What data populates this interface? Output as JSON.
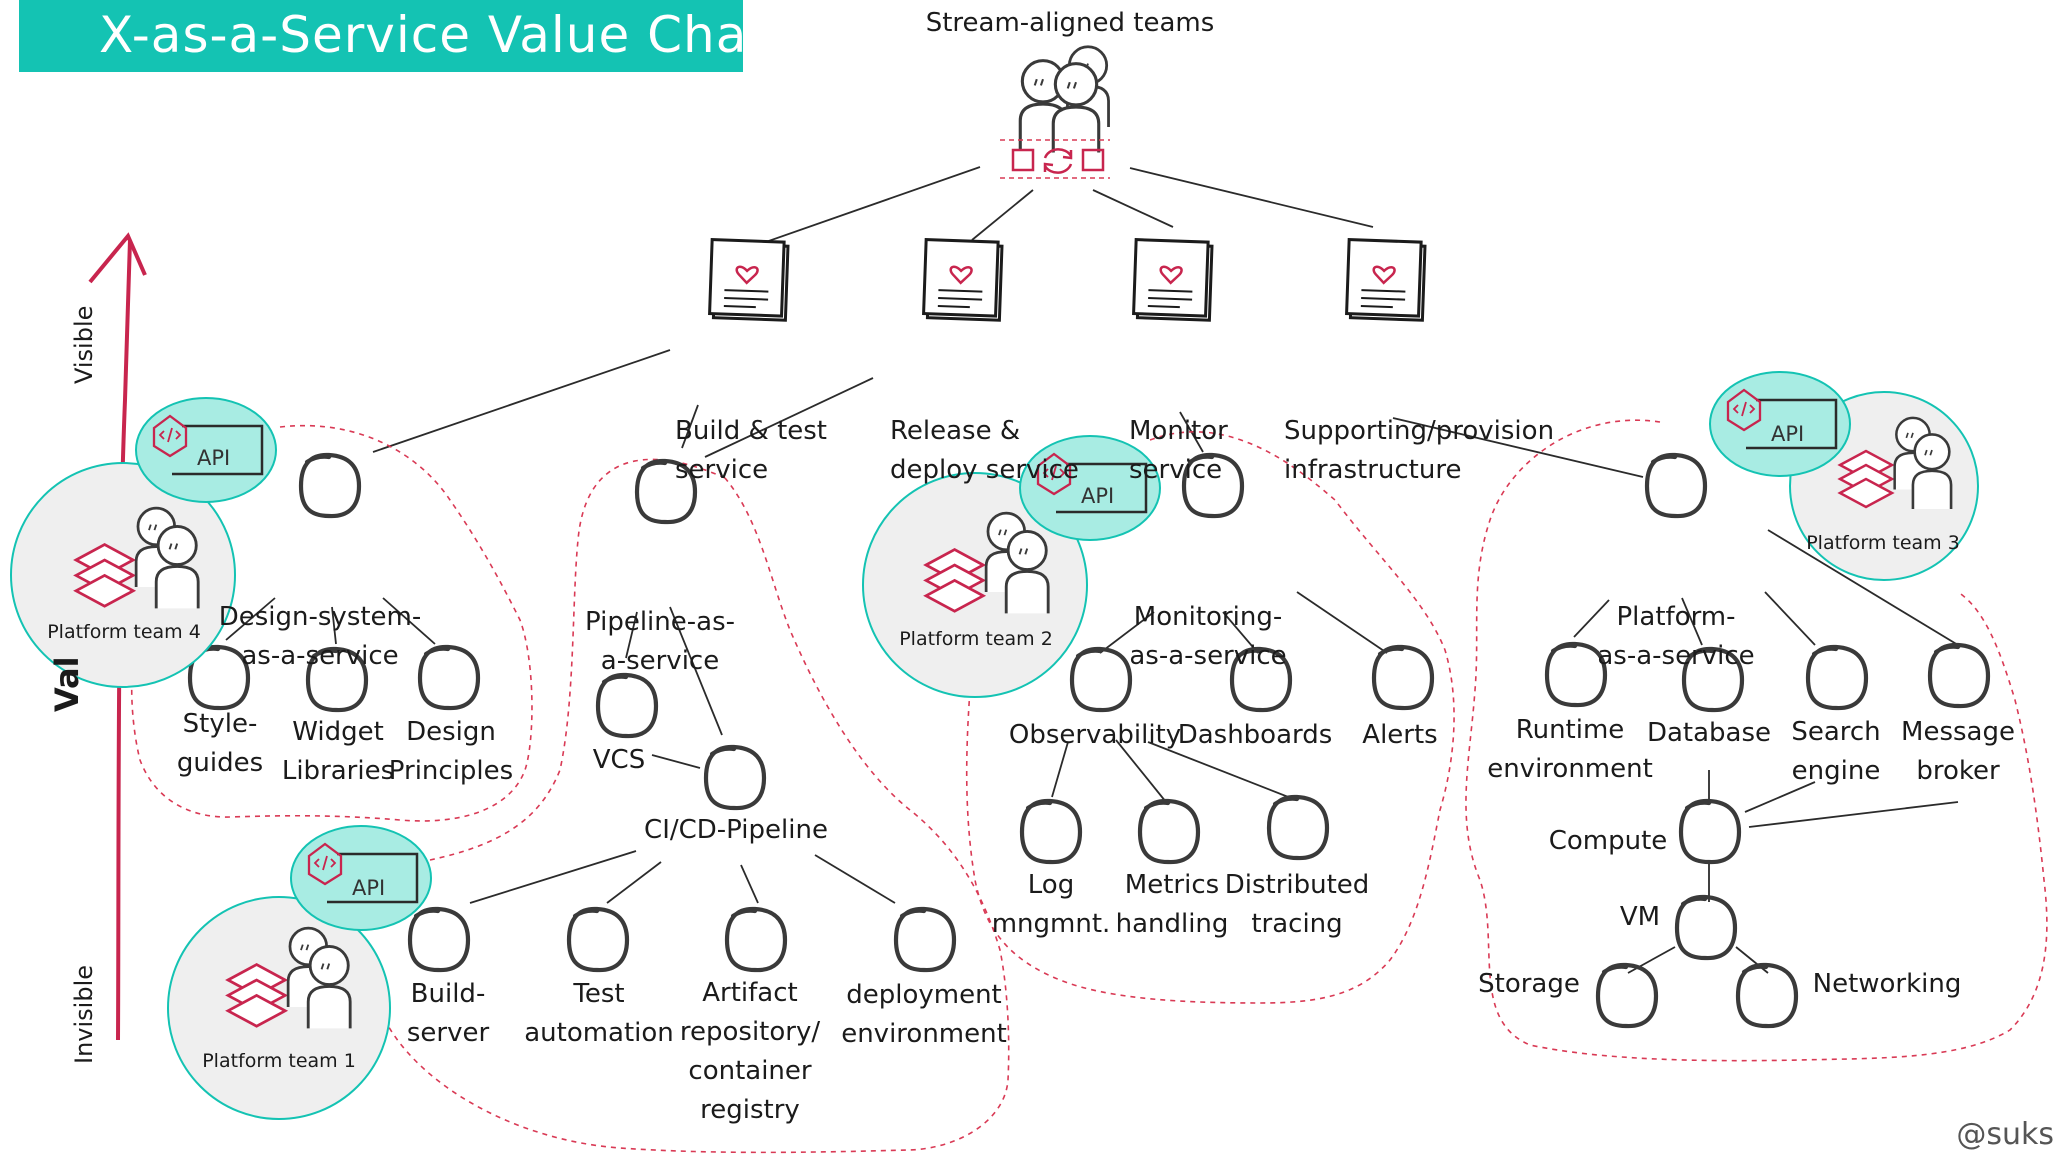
{
  "title": "X-as-a-Service Value Chain",
  "stream_teams": {
    "label": "Stream-aligned teams"
  },
  "axis": {
    "visible": "Visible",
    "invisible": "Invisible",
    "value": "Val"
  },
  "services": [
    {
      "id": "build",
      "line1": "Build & test",
      "line2": "service"
    },
    {
      "id": "release",
      "line1": "Release &",
      "line2": "deploy service"
    },
    {
      "id": "monitor",
      "line1": "Monitor",
      "line2": "service"
    },
    {
      "id": "infra",
      "line1": "Supporting/provision",
      "line2": "infrastructure"
    }
  ],
  "platforms": {
    "design": {
      "line1": "Design-system-",
      "line2": "as-a-service"
    },
    "pipeline": {
      "line1": "Pipeline-as-",
      "line2": "a-service"
    },
    "monitoring": {
      "line1": "Monitoring-",
      "line2": "as-a-service"
    },
    "paas": {
      "line1": "Platform-",
      "line2": "as-a-service"
    }
  },
  "components": {
    "styleguides": "Style-\nguides",
    "widget_libraries": "Widget\nLibraries",
    "design_principles": "Design\nPrinciples",
    "vcs": "VCS",
    "cicd": "CI/CD-Pipeline",
    "build_server": "Build-\nserver",
    "test_automation": "Test\nautomation",
    "artifact_repo": "Artifact\nrepository/\ncontainer\nregistry",
    "deploy_env": "deployment\nenvironment",
    "observability": "Observability",
    "dashboards": "Dashboards",
    "alerts": "Alerts",
    "log_mgmt": "Log\nmngmnt.",
    "metrics": "Metrics\nhandling",
    "tracing": "Distributed\ntracing",
    "runtime": "Runtime\nenvironment",
    "database": "Database",
    "search": "Search\nengine",
    "message_broker": "Message\nbroker",
    "compute": "Compute",
    "vm": "VM",
    "storage": "Storage",
    "networking": "Networking"
  },
  "teams": [
    {
      "id": "t4",
      "label": "Platform team 4",
      "api": "API"
    },
    {
      "id": "t1",
      "label": "Platform team 1",
      "api": "API"
    },
    {
      "id": "t2",
      "label": "Platform team 2",
      "api": "API"
    },
    {
      "id": "t3",
      "label": "Platform team 3",
      "api": "API"
    }
  ],
  "handle": "@suks",
  "colors": {
    "accent": "#14c3b3",
    "api_fill": "#a8ece3",
    "brand_red": "#c8254e",
    "team_fill": "#efefef",
    "node_stroke": "#3a3a3a"
  },
  "icons": [
    "people-icon",
    "sync-icon",
    "document-heart-icon",
    "code-icon",
    "layers-icon"
  ]
}
